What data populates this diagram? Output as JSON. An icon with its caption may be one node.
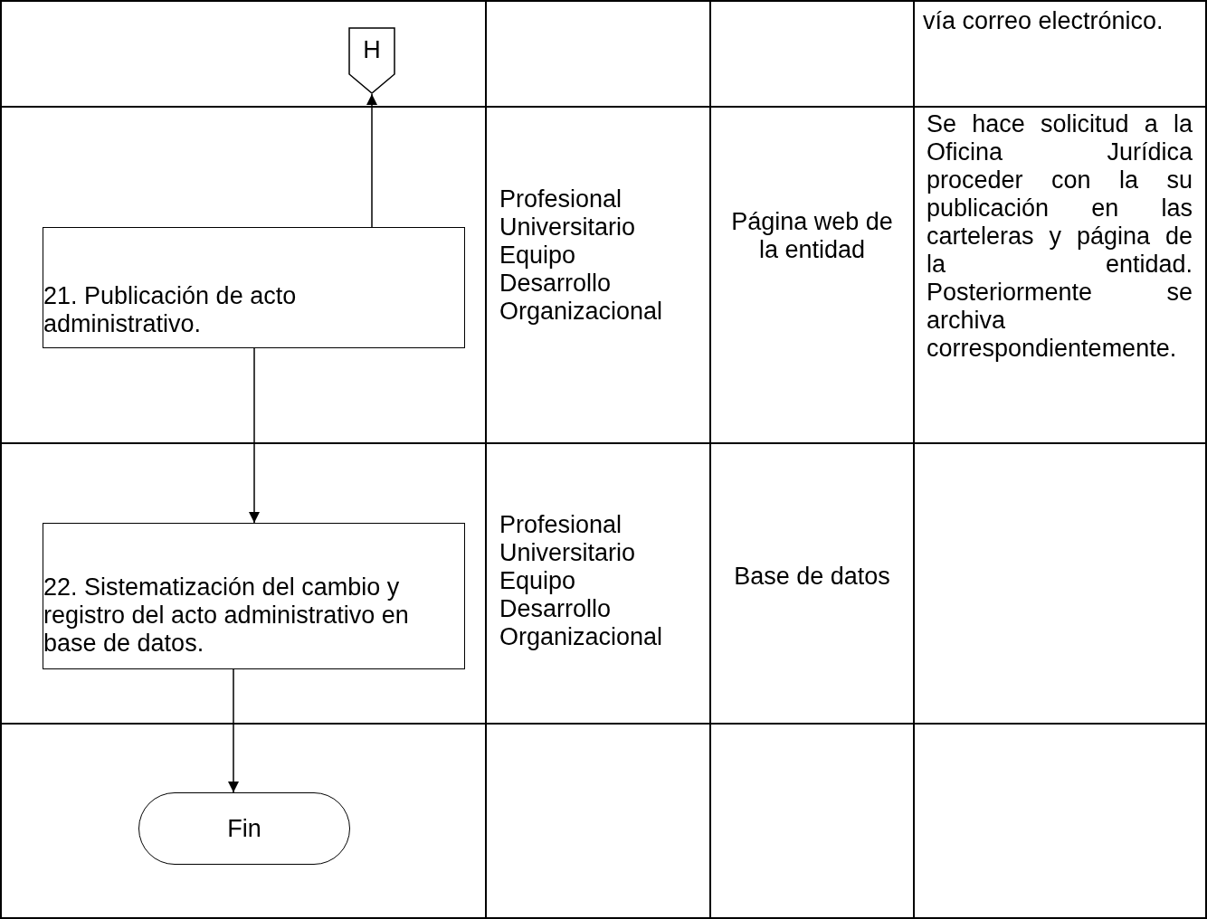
{
  "diagram": {
    "nodes": [
      {
        "text": [
          "H"
        ]
      },
      {
        "text": [
          "21. Publicación de acto administrativo."
        ]
      },
      {
        "text": [
          "22. Sistematización del cambio y registro del acto administrativo en base de datos."
        ]
      },
      {
        "text": [
          "Fin"
        ]
      }
    ],
    "edges": [
      {
        "from": 1,
        "to": 0,
        "arrow": "to"
      },
      {
        "from": 1,
        "to": 2,
        "arrow": "to"
      },
      {
        "from": 2,
        "to": 3,
        "arrow": "to"
      }
    ],
    "labels": [
      "vía correo electrónico.",
      "Profesional Universitario Equipo Desarrollo Organizacional",
      "Página web de la entidad",
      "Se hace solicitud a la Oficina Jurídica proceder con la su publicación en las carteleras y página de la entidad. Posteriormente se archiva correspondientemente.",
      "Profesional Universitario Equipo Desarrollo Organizacional",
      "Base de datos"
    ]
  }
}
